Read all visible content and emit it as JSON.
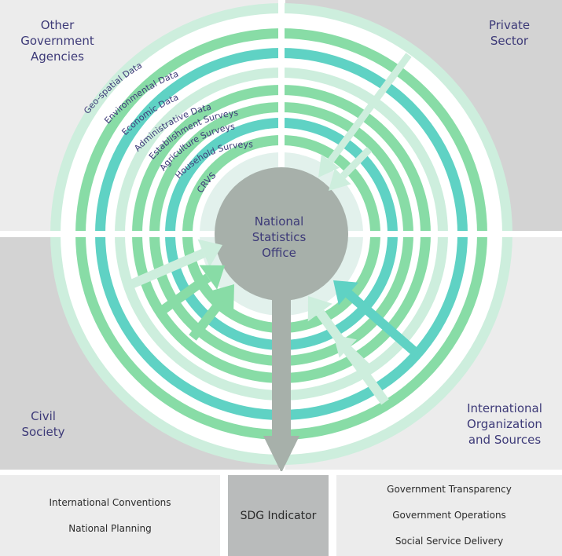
{
  "quadrants": {
    "top_left": "Other Government Agencies",
    "top_right": "Private Sector",
    "bottom_left": "Civil Society",
    "bottom_right": "International Organization and Sources"
  },
  "center": "National Statistics Office",
  "rings": [
    "Geo-spatial Data",
    "Environmental Data",
    "Economic Data",
    "Administrative Data",
    "Establishment Surveys",
    "Agriculture Surveys",
    "Household Surveys",
    "CRVS"
  ],
  "bottom": {
    "left_items": [
      "International Conventions",
      "National Planning"
    ],
    "middle": "SDG Indicator",
    "right_items": [
      "Government Transparency",
      "Government Operations",
      "Social Service Delivery"
    ]
  },
  "colors": {
    "quadrant_bg": "#d3d3d3",
    "center_circle": "#a7b0aa",
    "teal": "#5fd2c4",
    "green": "#88dca6",
    "light_green": "#cdeedd",
    "pale": "#e2f1ec",
    "label_text": "#3d3a78"
  }
}
